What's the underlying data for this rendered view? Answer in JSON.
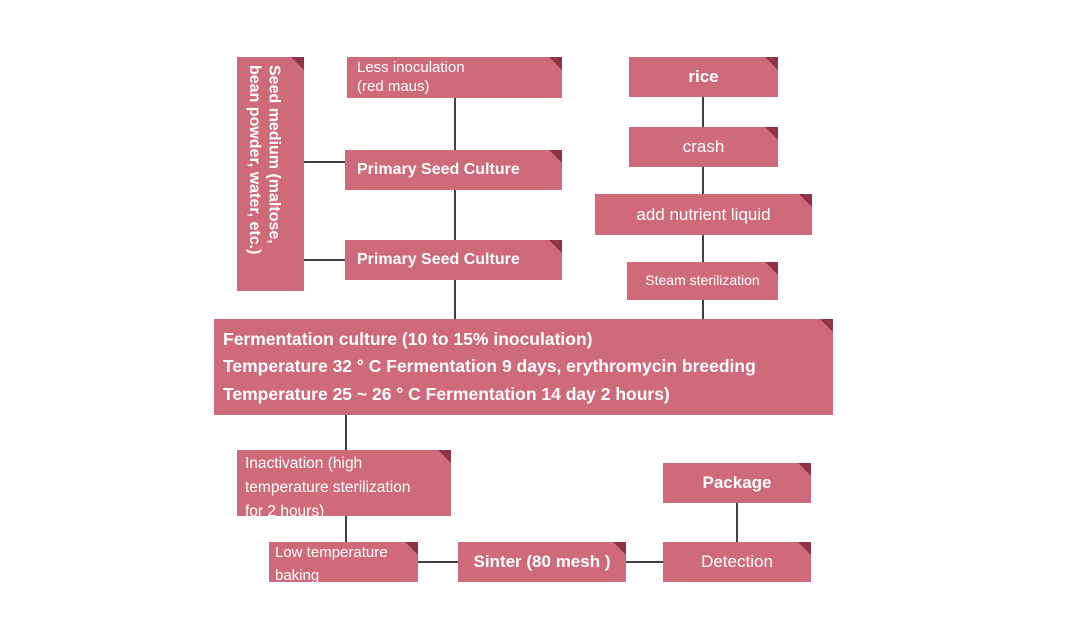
{
  "colors": {
    "node_fill": "#cf6a7b",
    "node_fold": "#8e3446",
    "node_text": "#ffffff",
    "connector": "#000000"
  },
  "nodes": {
    "rice": "rice",
    "crash": "crash",
    "add_nutrient": "add nutrient liquid",
    "steam": "Steam sterilization",
    "less_inoculation": "Less inoculation\n  (red maus)",
    "primary_seed_1": "Primary Seed Culture",
    "primary_seed_2": "Primary Seed Culture",
    "seed_medium": "Seed medium (maltose, bean powder, water, etc.)",
    "fermentation": "Fermentation culture (10 to 15% inoculation)\nTemperature 32 ° C Fermentation 9 days, erythromycin breeding\nTemperature 25 ~ 26 ° C Fermentation 14 day 2 hours)",
    "inactivation": "Inactivation (high\ntemperature sterilization\nfor 2 hours)",
    "low_temp_baking": "Low temperature\nbaking",
    "sinter": "Sinter (80 mesh )",
    "detection": "Detection",
    "package": "Package"
  }
}
